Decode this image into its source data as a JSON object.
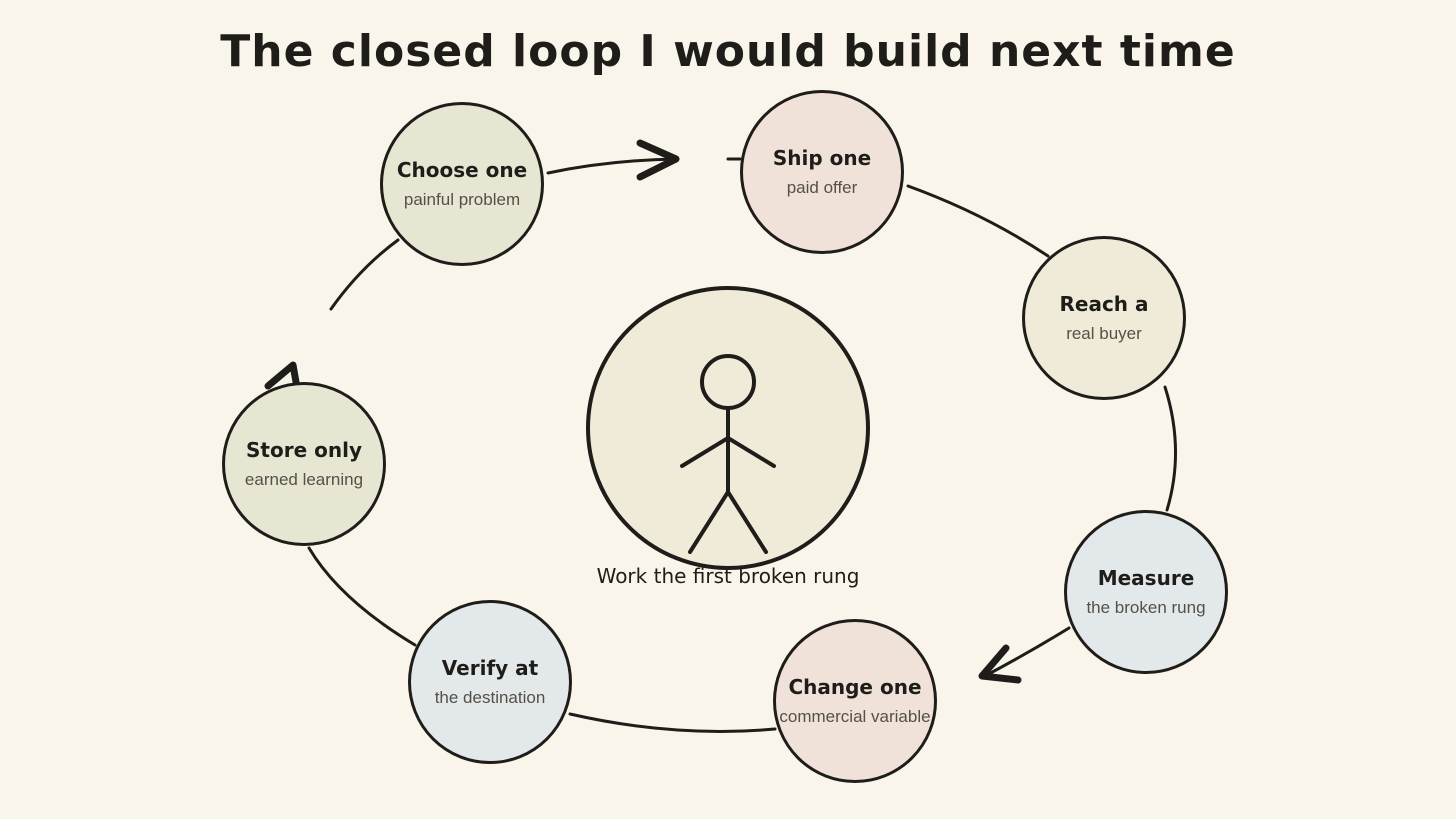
{
  "title": "The closed loop I would build next time",
  "center": {
    "label": "Work the first broken rung",
    "icon": "stick-figure-icon"
  },
  "steps": [
    {
      "main": "Choose one",
      "sub": "painful problem"
    },
    {
      "main": "Ship one",
      "sub": "paid offer"
    },
    {
      "main": "Reach a",
      "sub": "real buyer"
    },
    {
      "main": "Measure",
      "sub": "the broken rung"
    },
    {
      "main": "Change one",
      "sub": "commercial variable"
    },
    {
      "main": "Verify at",
      "sub": "the destination"
    },
    {
      "main": "Store only",
      "sub": "earned learning"
    }
  ],
  "colors": {
    "background": "#faf5ea",
    "stroke": "#1f1d1a",
    "green": "#e6e6d3",
    "pink": "#f0e2d8",
    "cream": "#efebd8",
    "blue": "#e3e8ea"
  }
}
